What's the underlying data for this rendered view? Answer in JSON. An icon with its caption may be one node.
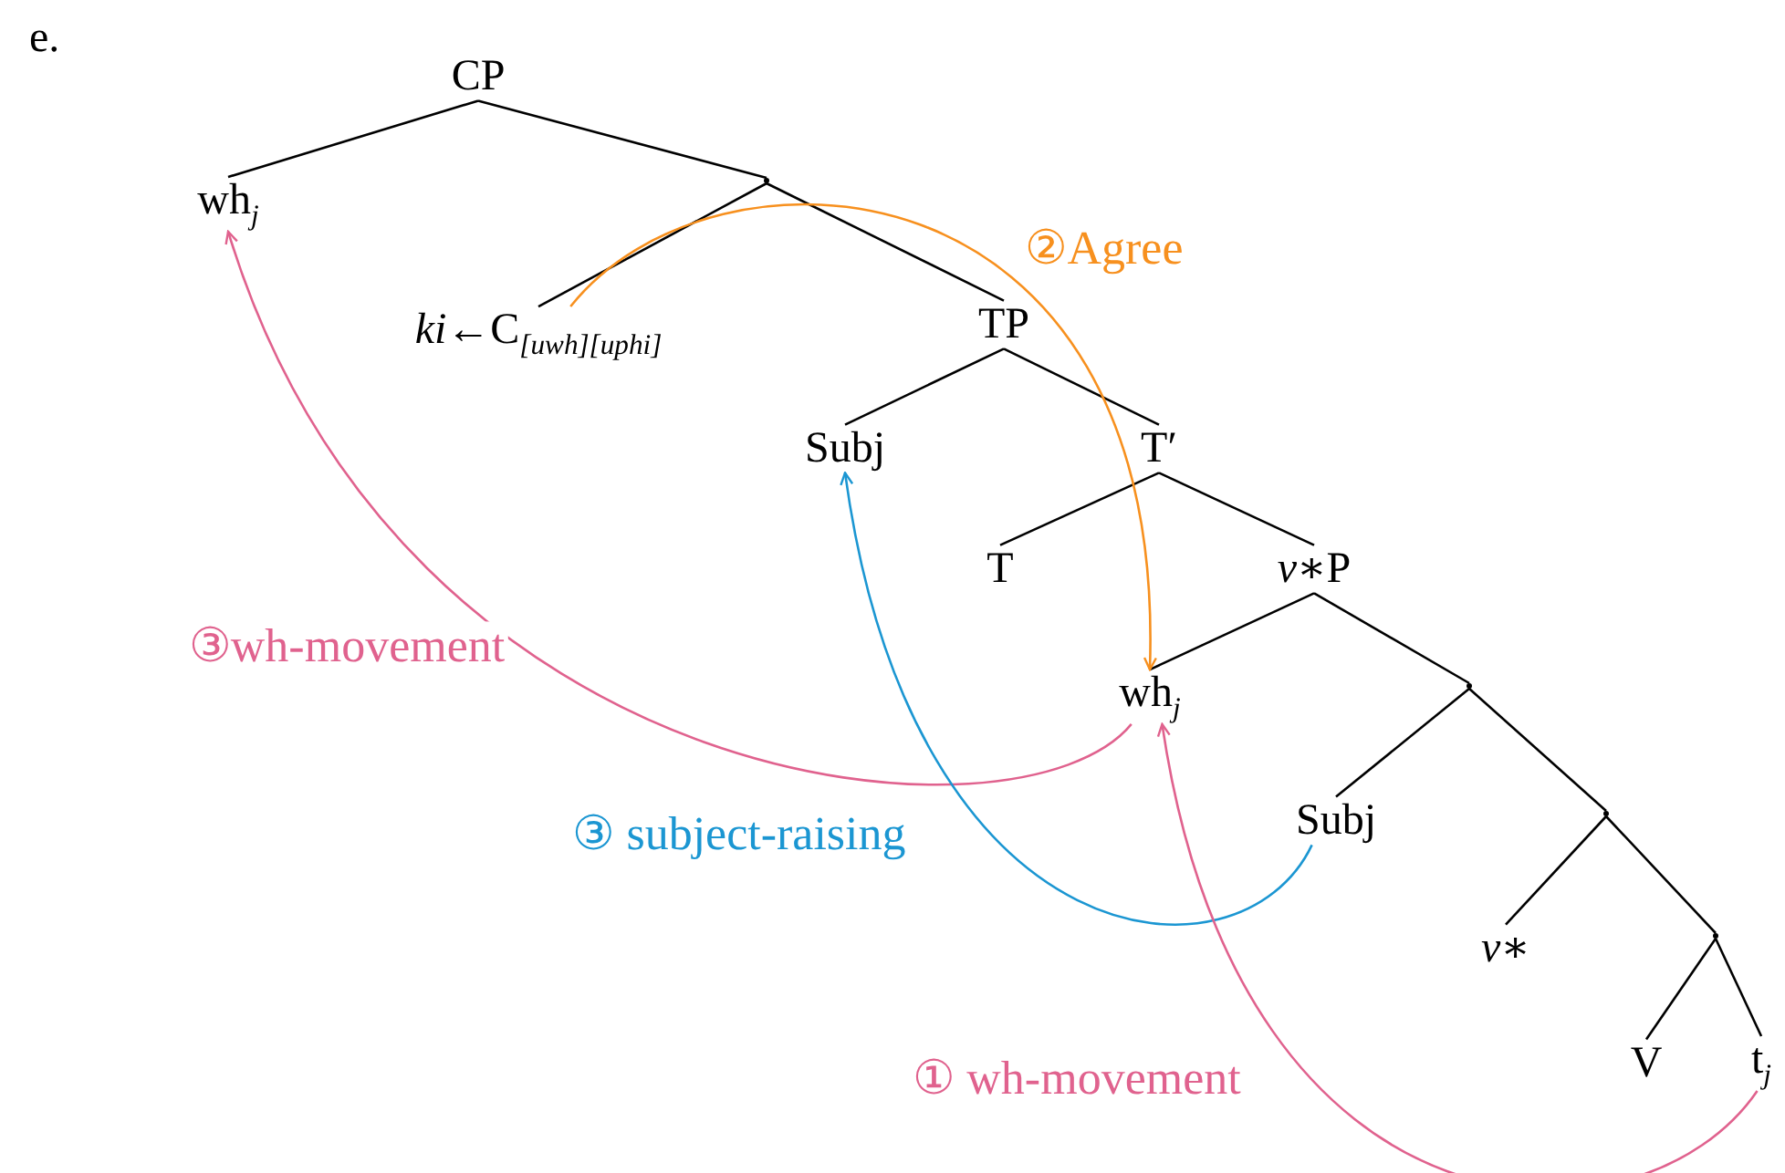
{
  "diagram": {
    "nodes": [
      {
        "text": [
          "CP"
        ]
      },
      {
        "text": [
          "wh$_{j}$"
        ]
      },
      {
        "text": [],
        "shape": "point"
      },
      {
        "text": [
          "*ki*←C$_{[uwh][uphi]}$"
        ]
      },
      {
        "text": [
          "TP"
        ]
      },
      {
        "text": [
          "Subj"
        ]
      },
      {
        "text": [
          "T′"
        ]
      },
      {
        "text": [
          "T"
        ]
      },
      {
        "text": [
          "*v*∗P"
        ]
      },
      {
        "text": [
          "wh$_{j}$"
        ]
      },
      {
        "text": [],
        "shape": "point"
      },
      {
        "text": [
          "Subj"
        ]
      },
      {
        "text": [],
        "shape": "point"
      },
      {
        "text": [
          "*v*∗"
        ]
      },
      {
        "text": [],
        "shape": "point"
      },
      {
        "text": [
          "V"
        ]
      },
      {
        "text": [
          "t$_{j}$"
        ]
      }
    ],
    "edges": [
      {
        "from": 0,
        "to": 1,
        "arrow": "none"
      },
      {
        "from": 0,
        "to": 2,
        "arrow": "none"
      },
      {
        "from": 2,
        "to": 3,
        "arrow": "none"
      },
      {
        "from": 2,
        "to": 4,
        "arrow": "none"
      },
      {
        "from": 4,
        "to": 5,
        "arrow": "none"
      },
      {
        "from": 4,
        "to": 6,
        "arrow": "none"
      },
      {
        "from": 6,
        "to": 7,
        "arrow": "none"
      },
      {
        "from": 6,
        "to": 8,
        "arrow": "none"
      },
      {
        "from": 8,
        "to": 9,
        "arrow": "none"
      },
      {
        "from": 8,
        "to": 10,
        "arrow": "none"
      },
      {
        "from": 10,
        "to": 11,
        "arrow": "none"
      },
      {
        "from": 10,
        "to": 12,
        "arrow": "none"
      },
      {
        "from": 12,
        "to": 13,
        "arrow": "none"
      },
      {
        "from": 12,
        "to": 14,
        "arrow": "none"
      },
      {
        "from": 14,
        "to": 15,
        "arrow": "none"
      },
      {
        "from": 14,
        "to": 16,
        "arrow": "none"
      },
      {
        "from": 3,
        "to": 9,
        "arrow": "to",
        "label": "②Agree",
        "color": "#f7901e"
      },
      {
        "from": 9,
        "to": 1,
        "arrow": "to",
        "label": "③wh-movement",
        "color": "#e0628e"
      },
      {
        "from": 11,
        "to": 5,
        "arrow": "to",
        "label": "③ subject-raising",
        "color": "#1b96d2"
      },
      {
        "from": 16,
        "to": 9,
        "arrow": "to",
        "label": "① wh-movement",
        "color": "#e0628e"
      }
    ],
    "labels": [
      "e."
    ]
  }
}
